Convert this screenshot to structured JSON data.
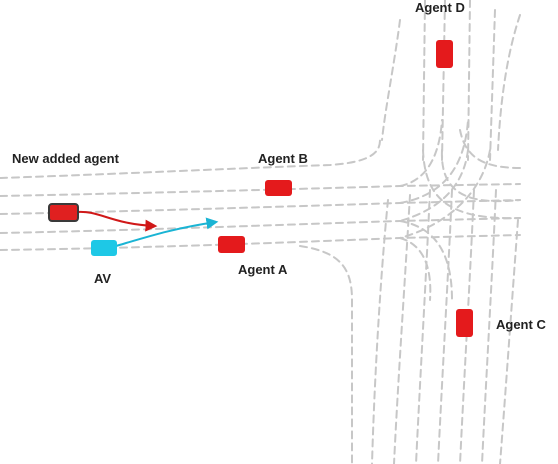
{
  "labels": {
    "new_agent": "New added agent",
    "agent_b": "Agent B",
    "agent_a": "Agent A",
    "agent_c": "Agent C",
    "agent_d": "Agent D",
    "av": "AV"
  },
  "colors": {
    "agent": "#e41a1c",
    "av": "#1ec8e6",
    "new_agent_fill": "#e02020",
    "new_agent_border": "#3a3a3a",
    "lane": "#c7c7c7",
    "av_path": "#1ab4d4",
    "new_agent_path": "#d01818"
  }
}
